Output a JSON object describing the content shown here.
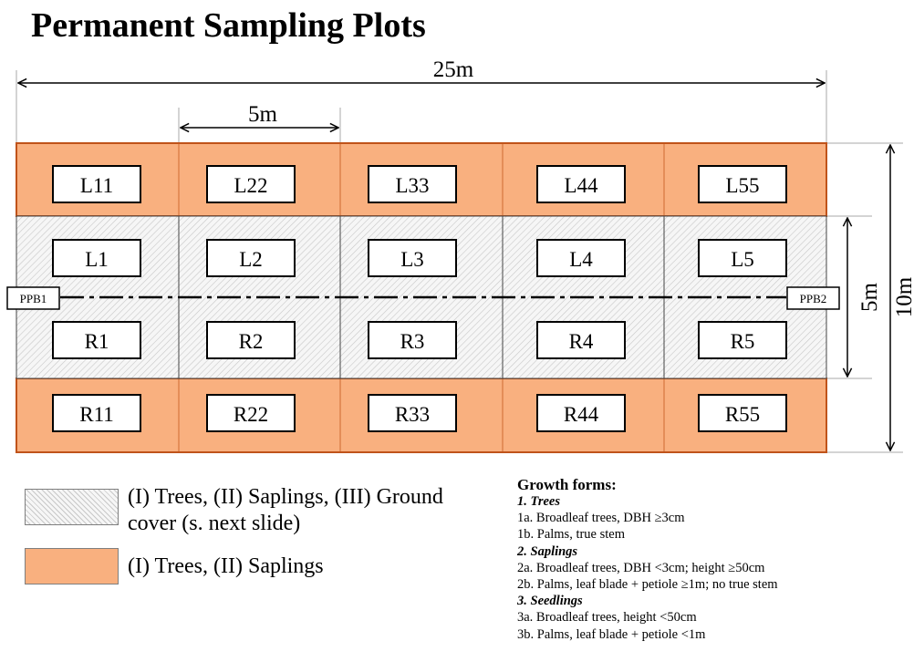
{
  "title": "Permanent Sampling Plots",
  "dimensions": {
    "total_length": "25m",
    "subplot_length": "5m",
    "core_width": "5m",
    "total_width": "10m"
  },
  "subplots": {
    "row_l_outer": [
      "L11",
      "L22",
      "L33",
      "L44",
      "L55"
    ],
    "row_l_inner": [
      "L1",
      "L2",
      "L3",
      "L4",
      "L5"
    ],
    "row_r_inner": [
      "R1",
      "R2",
      "R3",
      "R4",
      "R5"
    ],
    "row_r_outer": [
      "R11",
      "R22",
      "R33",
      "R44",
      "R55"
    ]
  },
  "boundary_markers": {
    "left": "PPB1",
    "right": "PPB2"
  },
  "colors": {
    "orange_fill": "#f9b07f",
    "orange_border": "#c0531a",
    "hatch_light": "#f6f6f6",
    "hatch_dark": "#c8c8c8"
  },
  "legend": {
    "hatched_line1": "(I) Trees, (II) Saplings, (III) Ground",
    "hatched_line2": "cover (s. next slide)",
    "orange": "(I) Trees, (II) Saplings"
  },
  "growth_forms": {
    "title": "Growth forms:",
    "trees_heading": "1. Trees",
    "trees_1a": "1a. Broadleaf trees, DBH ≥3cm",
    "trees_1b": "1b. Palms, true stem",
    "saplings_heading": "2. Saplings",
    "saplings_2a": "2a. Broadleaf trees, DBH <3cm; height ≥50cm",
    "saplings_2b": "2b. Palms, leaf blade + petiole ≥1m; no true stem",
    "seedlings_heading": "3. Seedlings",
    "seedlings_3a": "3a. Broadleaf trees, height <50cm",
    "seedlings_3b": "3b. Palms, leaf blade + petiole <1m"
  }
}
